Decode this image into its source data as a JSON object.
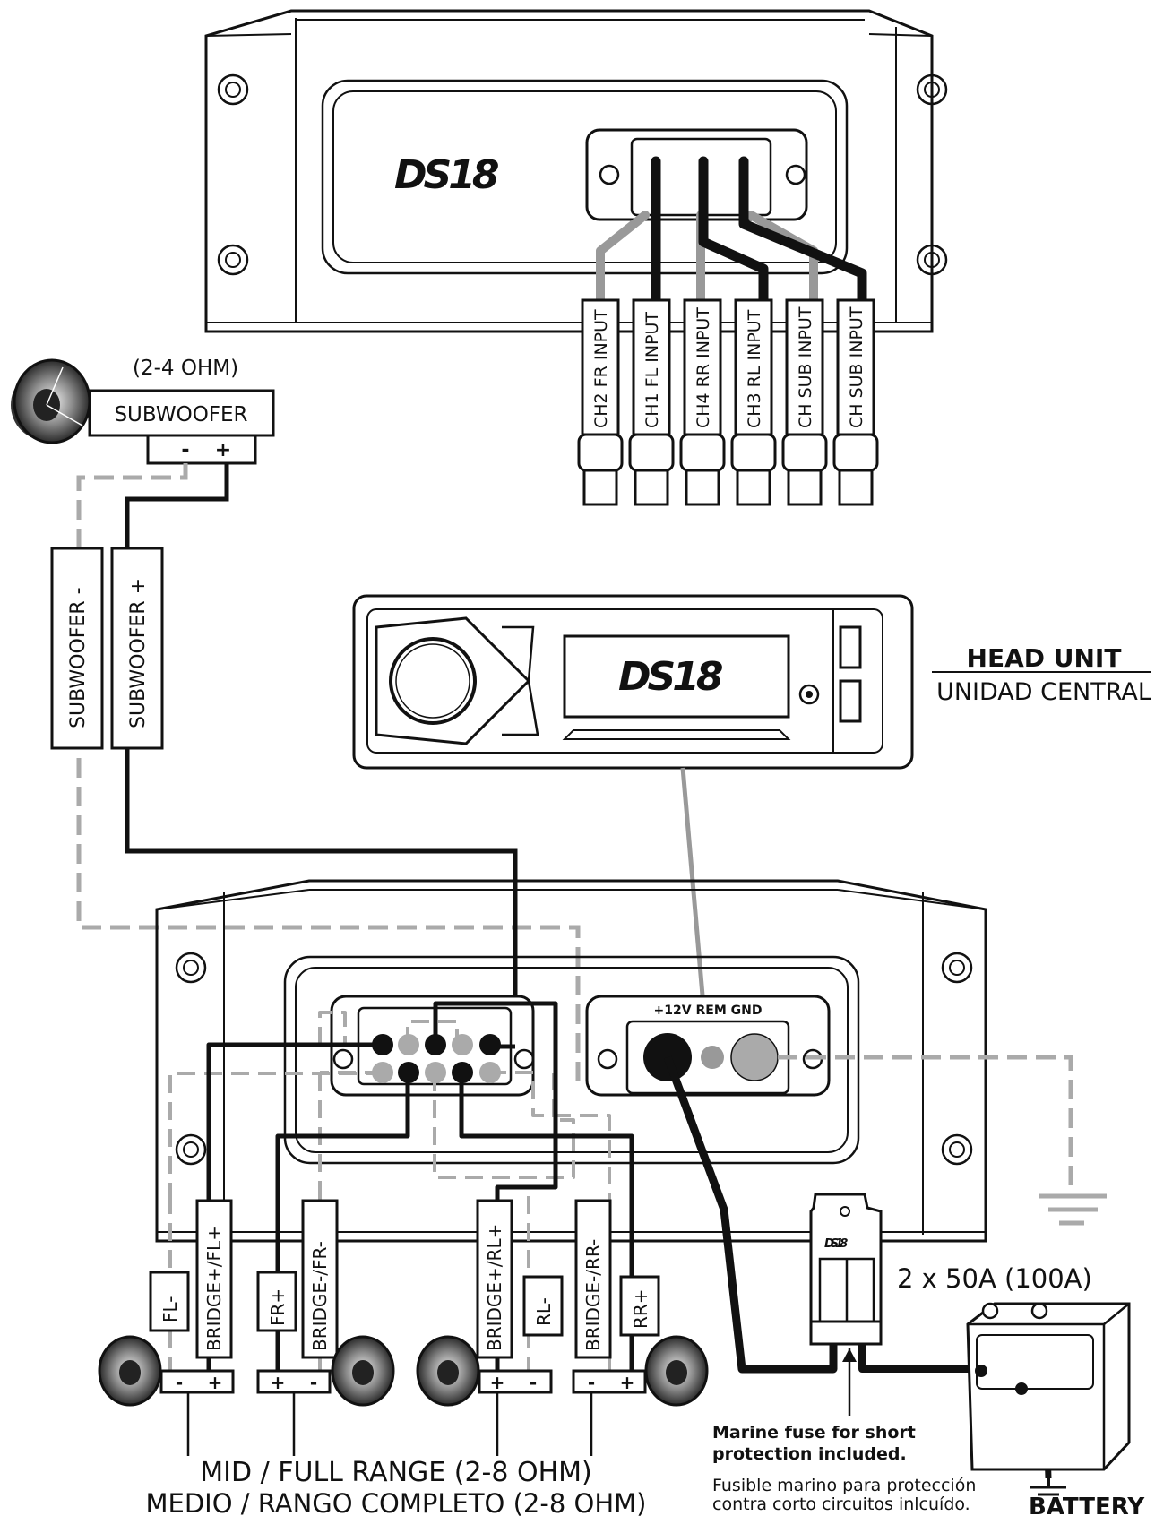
{
  "brand": "DS18",
  "rca_inputs": [
    "CH2 FR INPUT",
    "CH1 FL INPUT",
    "CH4 RR INPUT",
    "CH3 RL INPUT",
    "CH SUB INPUT",
    "CH SUB INPUT"
  ],
  "subwoofer": {
    "impedance": "(2-4 OHM)",
    "label": "SUBWOOFER",
    "terminal_minus": "-",
    "terminal_plus": "+",
    "wire_minus": "SUBWOOFER -",
    "wire_plus": "SUBWOOFER +"
  },
  "head_unit": {
    "title": "HEAD UNIT",
    "subtitle": "UNIDAD CENTRAL"
  },
  "power_terminal": {
    "label": "+12V REM GND"
  },
  "speaker_wires": [
    "FL-",
    "BRIDGE+/FL+",
    "FR+",
    "BRIDGE-/FR-",
    "BRIDGE+/RL+",
    "RL-",
    "BRIDGE-/RR-",
    "RR+"
  ],
  "speaker_terminals": [
    "-",
    "+",
    "+",
    "-",
    "+",
    "-",
    "-",
    "+"
  ],
  "fuse": {
    "rating": "2 x 50A (100A)",
    "note_en_1": "Marine fuse for short",
    "note_en_2": "protection included.",
    "note_es_1": "Fusible marino para protección",
    "note_es_2": "contra corto circuitos inlcuído."
  },
  "battery_label": "BATTERY",
  "mid_range": {
    "title": "MID / FULL RANGE (2-8 OHM)",
    "subtitle": "MEDIO / RANGO COMPLETO (2-8 OHM)"
  },
  "colors": {
    "line": "#111111",
    "signal_gray": "#999999",
    "dashed_gray": "#aaaaaa"
  }
}
